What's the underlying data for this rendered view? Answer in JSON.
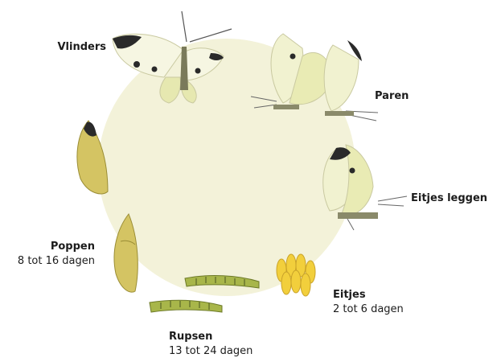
{
  "colors": {
    "cycle_circle": "#f3f2d9",
    "wing": "#f6f6e2",
    "wing_shade": "#e6e8b0",
    "wing_tip": "#2a2a2a",
    "egg": "#f2cf3c",
    "larva": "#a8b64a",
    "pupa": "#d4c463"
  },
  "stages": {
    "butterflies": {
      "title": "Vlinders"
    },
    "mating": {
      "title": "Paren"
    },
    "egg_laying": {
      "title": "Eitjes leggen"
    },
    "eggs": {
      "title": "Eitjes",
      "duration": "2 tot 6 dagen"
    },
    "caterpillars": {
      "title": "Rupsen",
      "duration": "13 tot 24 dagen"
    },
    "pupae": {
      "title": "Poppen",
      "duration": "8 tot 16 dagen"
    }
  }
}
